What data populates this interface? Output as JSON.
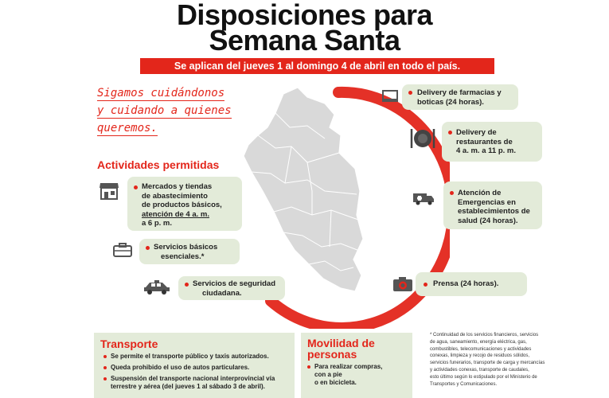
{
  "header": {
    "title_line1": "Disposiciones para",
    "title_line2": "Semana Santa",
    "subtitle": "Se aplican del jueves 1 al domingo 4 de abril en todo el país."
  },
  "slogan": {
    "line1": "Sigamos cuidándonos",
    "line2": "y cuidando a quienes",
    "line3": "queremos."
  },
  "activities": {
    "title": "Actividades permitidas",
    "markets": {
      "line1": "Mercados y tiendas",
      "line2": "de abastecimiento",
      "line3": "de productos básicos,",
      "line4": "atención de 4 a. m.",
      "line5": "a 6 p. m."
    },
    "basic_services": {
      "line1": "Servicios básicos",
      "line2": "esenciales.*"
    },
    "security": {
      "line1": "Servicios de seguridad",
      "line2": "ciudadana."
    }
  },
  "right_cards": {
    "pharmacy": {
      "line1": "Delivery de farmacias y",
      "line2": "boticas (24 horas)."
    },
    "restaurants": {
      "line1": "Delivery de",
      "line2": "restaurantes de",
      "line3": "4 a. m. a 11 p. m."
    },
    "emergency": {
      "line1": "Atención de",
      "line2": "Emergencias en",
      "line3": "establecimientos de",
      "line4": "salud (24 horas)."
    },
    "press": {
      "line1": "Prensa (24 horas)."
    }
  },
  "transport": {
    "title": "Transporte",
    "items": [
      "Se permite el transporte público y taxis autorizados.",
      "Queda prohibido el uso de autos particulares.",
      "Suspensión del transporte nacional interprovincial vía",
      "terrestre y aérea (del jueves 1 al sábado 3 de abril)."
    ]
  },
  "mobility": {
    "title_line1": "Movilidad de",
    "title_line2": "personas",
    "line1": "Para realizar compras,",
    "line2": "con a pie",
    "line3": "o en bicicleta."
  },
  "footnote": {
    "lines": [
      "* Continuidad de los servicios financieros, servicios",
      "de agua, saneamiento, energía eléctrica, gas,",
      "combustibles, telecomunicaciones y actividades",
      "conexas, limpieza y recojo de residuos sólidos,",
      "servicios funerarios, transporte de carga y mercancías",
      "y actividades conexas, transporte de caudales,",
      "esto último según lo estipulado por el Ministerio de",
      "Transportes y Comunicaciones."
    ]
  },
  "colors": {
    "accent": "#e3261b",
    "card": "#e3ebd9",
    "map_fill": "#d9d9d9"
  },
  "icons": [
    "store-icon",
    "briefcase-icon",
    "police-car-icon",
    "laptop-icon",
    "plate-cutlery-icon",
    "ambulance-icon",
    "camera-icon"
  ]
}
